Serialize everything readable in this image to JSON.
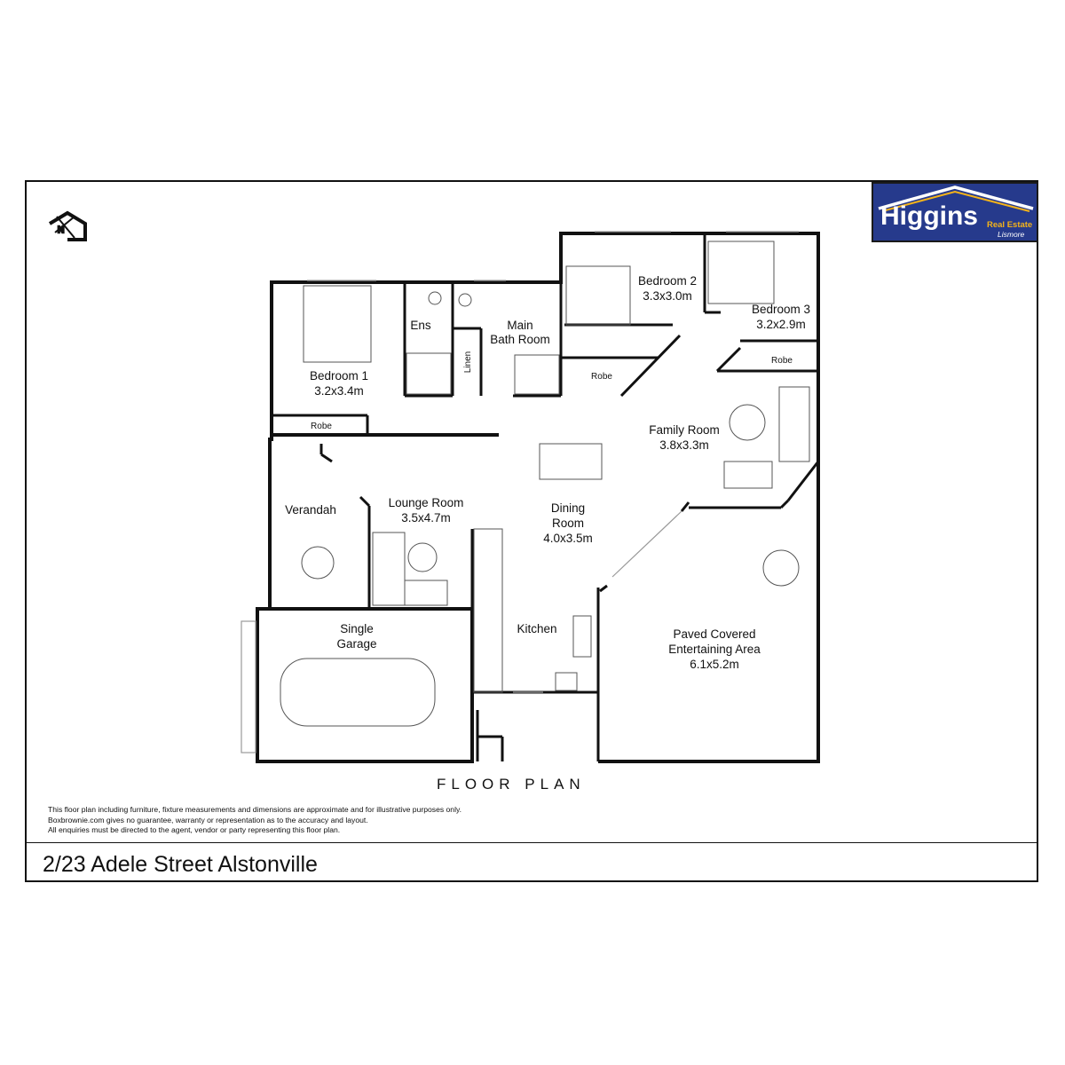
{
  "logo": {
    "name": "Higgins",
    "sub1": "Real Estate",
    "sub2": "Lismore",
    "colors": {
      "background": "#263a8c",
      "accent": "#f4b31a"
    }
  },
  "rooms": {
    "bedroom1": {
      "name": "Bedroom 1",
      "size": "3.2x3.4m"
    },
    "ensuite": {
      "name": "Ens"
    },
    "main_bath": {
      "line1": "Main",
      "line2": "Bath Room"
    },
    "linen": {
      "name": "Linen"
    },
    "bedroom2": {
      "name": "Bedroom 2",
      "size": "3.3x3.0m"
    },
    "bedroom3": {
      "name": "Bedroom 3",
      "size": "3.2x2.9m"
    },
    "robe": "Robe",
    "family": {
      "name": "Family Room",
      "size": "3.8x3.3m"
    },
    "dining": {
      "line1": "Dining",
      "line2": "Room",
      "size": "4.0x3.5m"
    },
    "lounge": {
      "name": "Lounge Room",
      "size": "3.5x4.7m"
    },
    "verandah": {
      "name": "Verandah"
    },
    "kitchen": {
      "name": "Kitchen"
    },
    "garage": {
      "line1": "Single",
      "line2": "Garage"
    },
    "entertaining": {
      "line1": "Paved Covered",
      "line2": "Entertaining Area",
      "size": "6.1x5.2m"
    }
  },
  "north_arrow": {
    "icon": "north-arrow-icon",
    "letter": "N"
  },
  "title": "FLOOR PLAN",
  "disclaimer": [
    "This floor plan including furniture, fixture measurements and dimensions are approximate and for illustrative purposes only.",
    "Boxbrownie.com gives no guarantee, warranty or representation as to the accuracy and layout.",
    "All enquiries must be directed to the agent, vendor or party representing this floor plan."
  ],
  "address": "2/23 Adele Street Alstonville"
}
